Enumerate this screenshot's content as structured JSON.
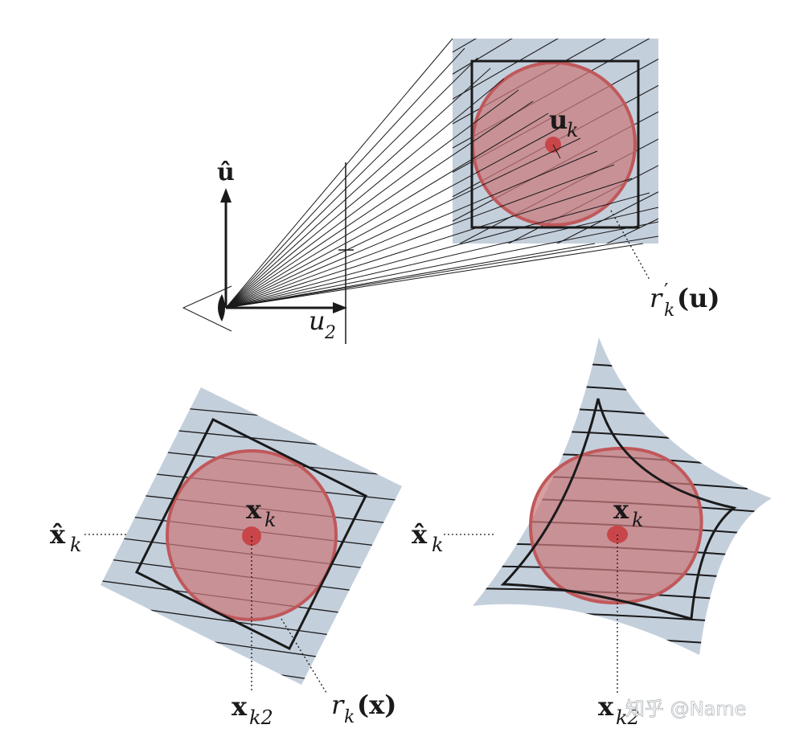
{
  "labels": {
    "u_hat": "û",
    "u2_base": "u",
    "u2_sub": "2",
    "uk_base": "u",
    "uk_sub": "k",
    "rprime_r": "r",
    "rprime_prime": "′",
    "rprime_sub": "k",
    "rprime_arg": "(u)",
    "xk_base": "x",
    "xk_sub": "k",
    "xhat_left_base": "x̂",
    "xhat_left_sub": "k",
    "xhat_right_base": "x̂",
    "xhat_right_sub": "k",
    "xk2_left_base": "x",
    "xk2_left_sub": "k2",
    "xk2_right_base": "x",
    "xk2_right_sub": "k2",
    "rk_r": "r",
    "rk_sub": "k",
    "rk_arg": "(x)",
    "xk_right_base": "x",
    "xk_right_sub": "k"
  },
  "watermark": "知乎 @Name",
  "colors": {
    "tile": "#c4cfdc",
    "disk_fill": "#c9787c",
    "disk_stroke": "#c0585a",
    "center_dot": "#c8464a",
    "ink": "#1a1a1a"
  }
}
